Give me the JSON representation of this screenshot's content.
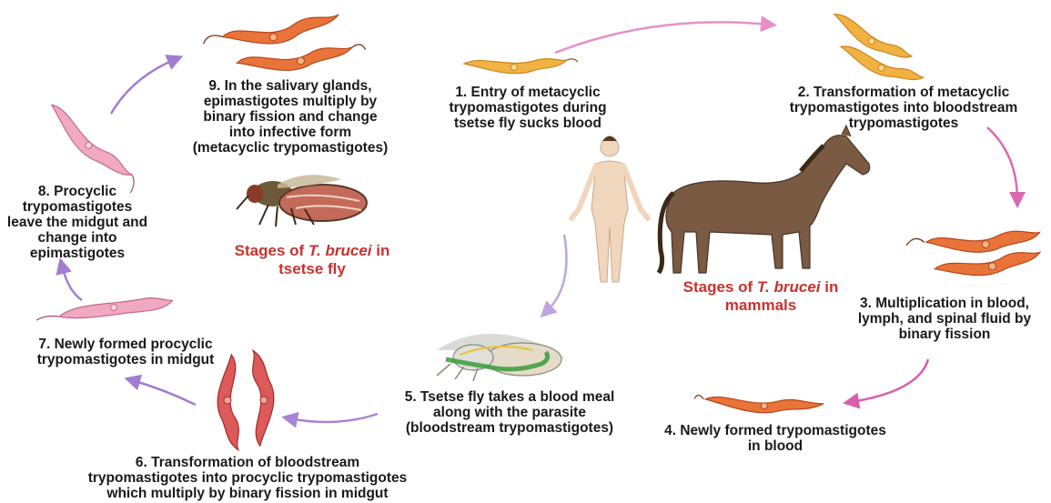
{
  "colors": {
    "pink_arrow": "#d0369a",
    "purple_arrow": "#8a5cc8",
    "title_red": "#c8322f",
    "mammal_parasite": "#e8743a",
    "metacyclic": "#f2b243",
    "procyclic": "#f0a9c0",
    "midgut_form": "#dd5a5a",
    "horse": "#7a5a42",
    "human": "#f0d6bc"
  },
  "icons": [
    "human-figure",
    "horse",
    "tsetse-fly",
    "tsetse-fly-anatomy",
    "trypanosome"
  ],
  "stages": {
    "s1": [
      "1. Entry of metacyclic",
      "trypomastigotes during",
      "tsetse fly sucks blood"
    ],
    "s2": [
      "2. Transformation of metacyclic",
      "trypomastigotes into bloodstream",
      "trypomastigotes"
    ],
    "s3": [
      "3. Multiplication in blood,",
      "lymph, and spinal fluid by",
      "binary fission"
    ],
    "s4": [
      "4. Newly formed trypomastigotes",
      "in blood"
    ],
    "s5": [
      "5. Tsetse fly takes a blood meal",
      "along with the parasite",
      "(bloodstream trypomastigotes)"
    ],
    "s6": [
      "6. Transformation of bloodstream",
      "trypomastigotes into procyclic trypomastigotes",
      "which multiply by binary fission in midgut"
    ],
    "s7": [
      "7. Newly formed procyclic",
      "trypomastigotes in midgut"
    ],
    "s8": [
      "8. Procyclic",
      "trypomastigotes",
      "leave the midgut and",
      "change into",
      "epimastigotes"
    ],
    "s9": [
      "9. In the salivary glands,",
      "epimastigotes multiply by",
      "binary fission and change",
      "into infective form",
      "(metacyclic trypomastigotes)"
    ]
  },
  "titles": {
    "fly": {
      "pre": "Stages of ",
      "species": "T. brucei",
      "post": " in",
      "line2": "tsetse fly"
    },
    "mammal": {
      "pre": "Stages of ",
      "species": "T. brucei",
      "post": " in",
      "line2": "mammals"
    }
  }
}
